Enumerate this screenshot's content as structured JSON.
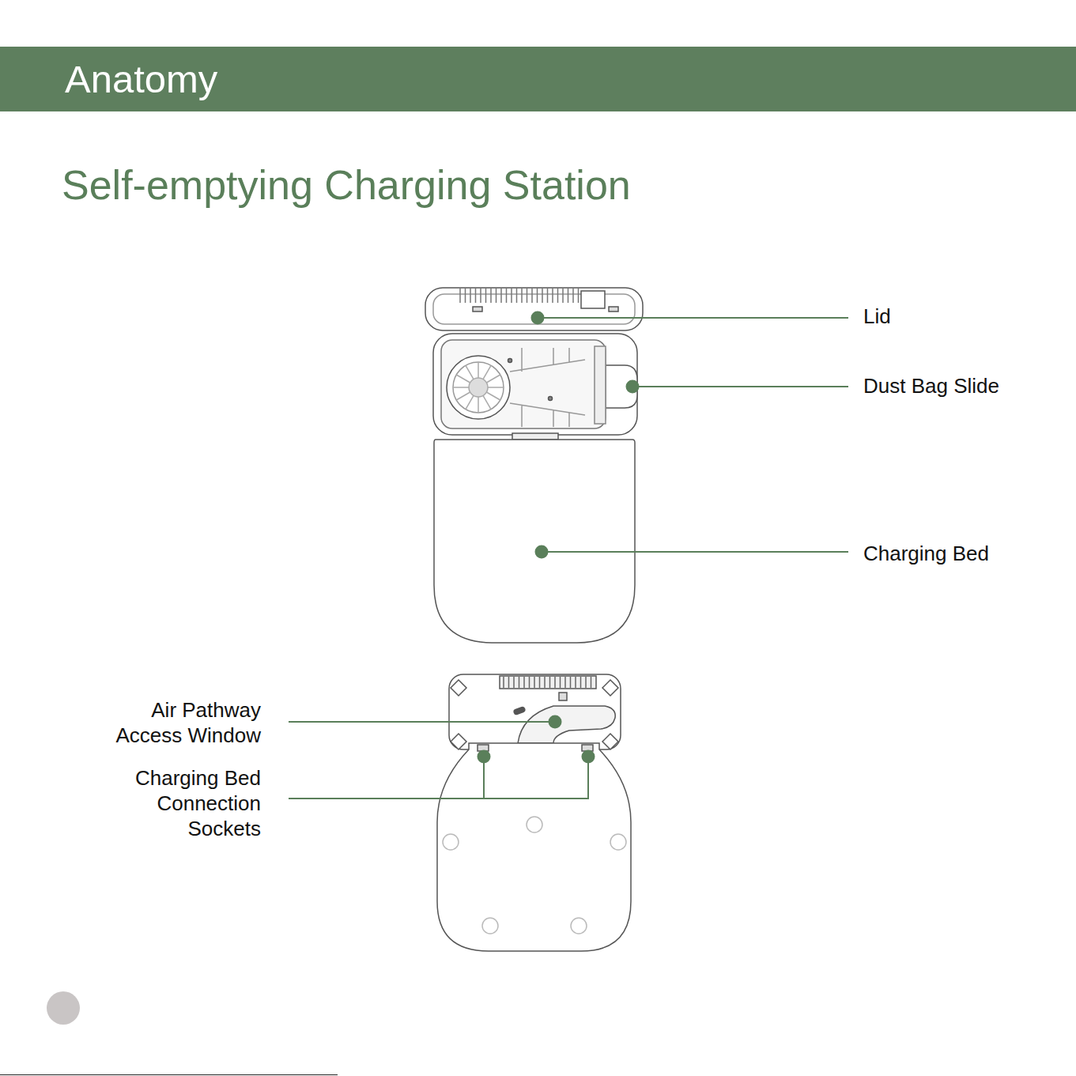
{
  "diagram": {
    "title": "Self-emptying Charging Station",
    "nodes": [
      {
        "text": [
          "Anatomy"
        ]
      }
    ],
    "labels": [
      "Lid",
      "Dust Bag Slide",
      "Charging Bed",
      "Air Pathway Access Window",
      "Charging Bed Connection Sockets"
    ]
  }
}
